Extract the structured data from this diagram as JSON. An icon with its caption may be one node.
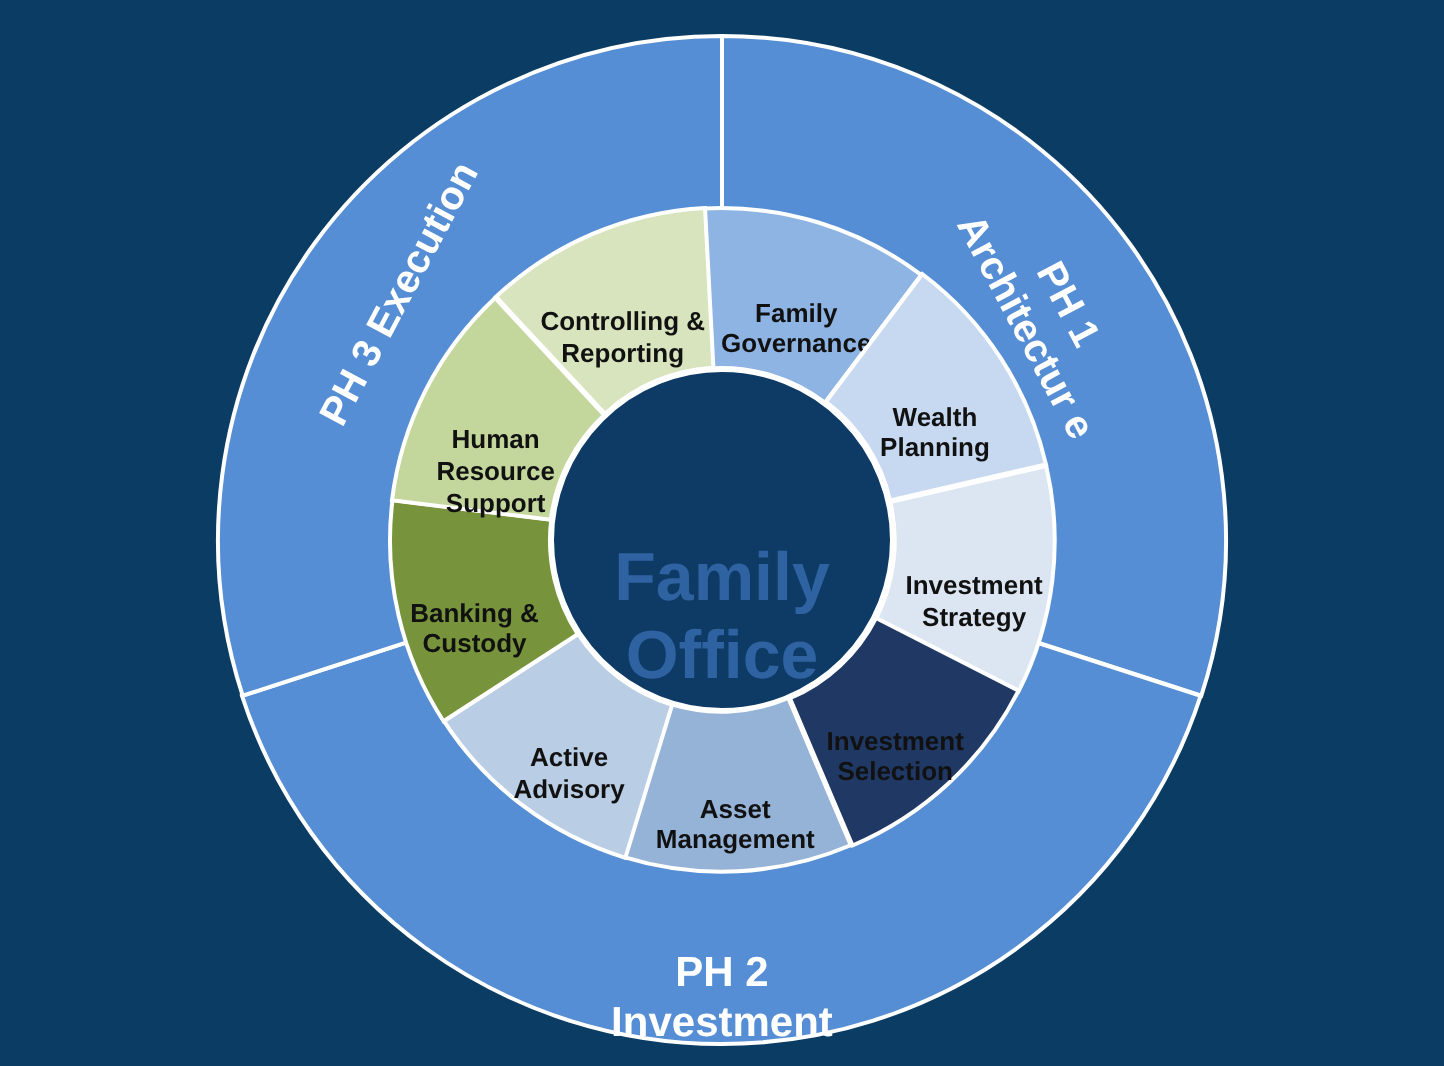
{
  "diagram": {
    "nodes": [
      {
        "text": [
          "PH 1 Architectur e"
        ]
      },
      {
        "text": [
          "PH 2 Investment"
        ]
      },
      {
        "text": [
          "PH 3 Execution"
        ]
      },
      {
        "text": [
          "Family Governance"
        ]
      },
      {
        "text": [
          "Wealth Planning"
        ]
      },
      {
        "text": [
          "Investment Strategy"
        ]
      },
      {
        "text": [
          "Investment Selection"
        ]
      },
      {
        "text": [
          "Asset Management"
        ]
      },
      {
        "text": [
          "Active Advisory"
        ]
      },
      {
        "text": [
          "Banking & Custody"
        ]
      },
      {
        "text": [
          "Human Resource Support"
        ]
      },
      {
        "text": [
          "Controlling & Reporting"
        ]
      },
      {
        "text": [
          "Family Office"
        ]
      }
    ]
  }
}
